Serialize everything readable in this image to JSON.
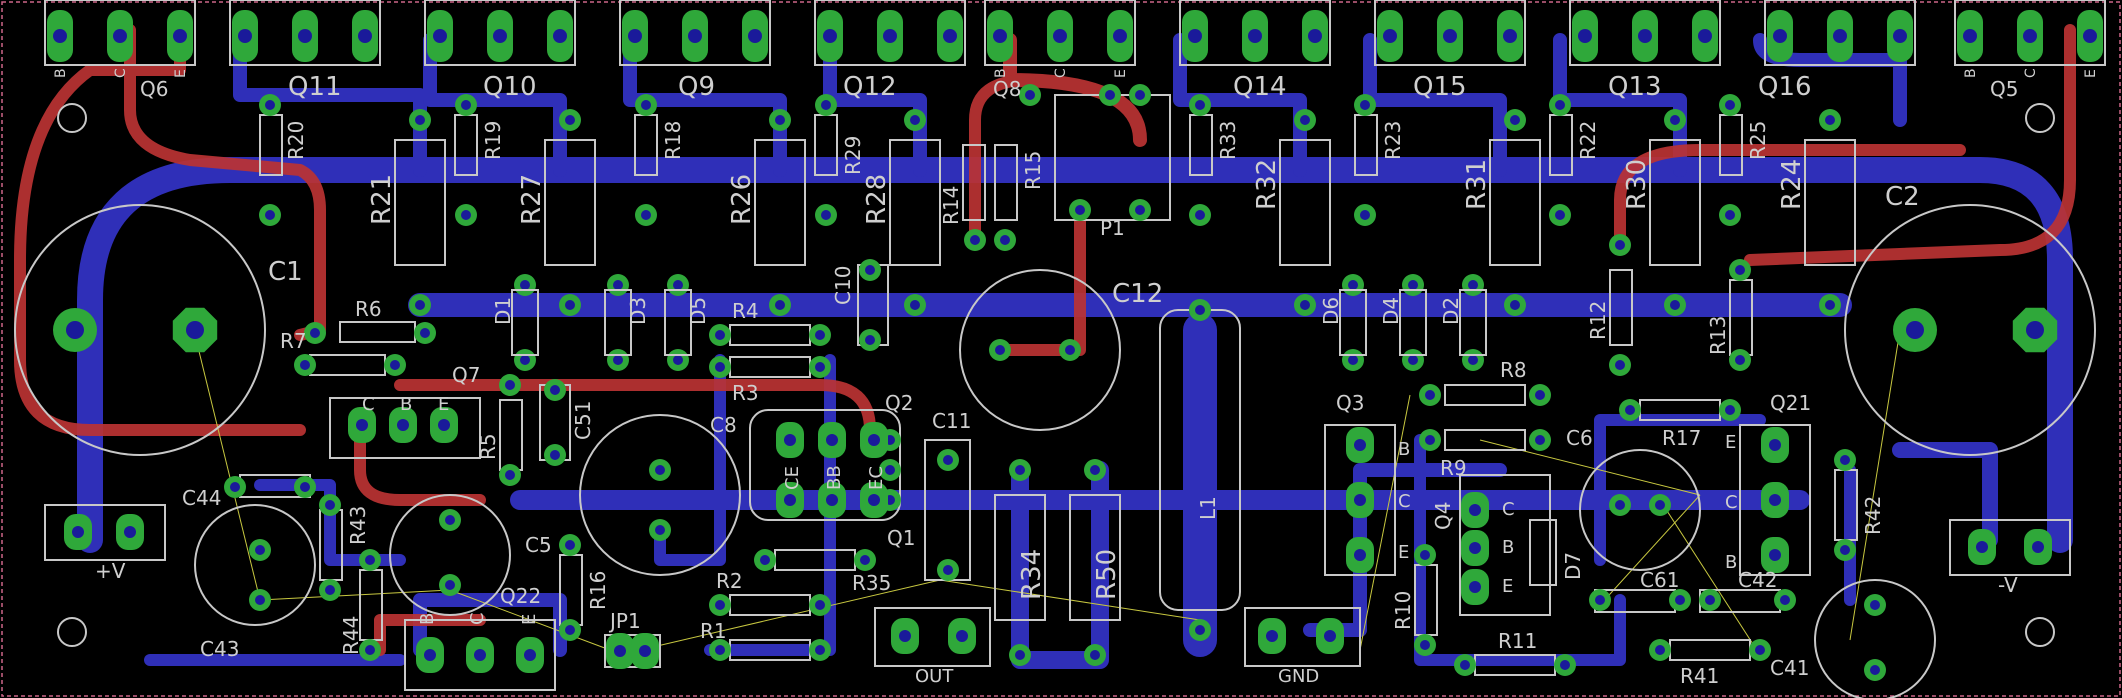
{
  "colors": {
    "background": "#000000",
    "top_copper": "#bb3333",
    "bottom_copper": "#2f2fb8",
    "pad": "#2fa83a",
    "drill": "#1a1a9a",
    "silkscreen": "#c8c8c8",
    "airwire": "#c8c840",
    "outline": "#cc6688"
  },
  "transistors_top": [
    "Q6",
    "Q11",
    "Q10",
    "Q9",
    "Q12",
    "Q8",
    "Q14",
    "Q15",
    "Q13",
    "Q16",
    "Q5"
  ],
  "pin_labels": {
    "b": "B",
    "c": "C",
    "e": "E"
  },
  "resistors": [
    "R20",
    "R19",
    "R18",
    "R29",
    "R21",
    "R27",
    "R26",
    "R28",
    "R14",
    "R15",
    "R33",
    "R23",
    "R22",
    "R25",
    "R32",
    "R31",
    "R30",
    "R24",
    "R6",
    "R7",
    "R4",
    "R3",
    "R5",
    "R12",
    "R13",
    "R8",
    "R9",
    "R17",
    "R42",
    "R43",
    "R44",
    "R16",
    "R2",
    "R35",
    "R1",
    "R34",
    "R50",
    "R10",
    "R11",
    "R41"
  ],
  "capacitors": [
    "C1",
    "C2",
    "C10",
    "C12",
    "C51",
    "C8",
    "C11",
    "C6",
    "C44",
    "C5",
    "C43",
    "C61",
    "C42",
    "C41"
  ],
  "diodes": [
    "D1",
    "D3",
    "D5",
    "D6",
    "D4",
    "D2",
    "D7"
  ],
  "transistors_other": [
    "Q7",
    "Q2",
    "Q1",
    "Q3",
    "Q4",
    "Q21",
    "Q22"
  ],
  "misc": {
    "trimmer": "P1",
    "inductor": "L1",
    "jumper": "JP1"
  },
  "q2_pins": [
    "CE",
    "BB",
    "EC"
  ],
  "q4_pins": [
    "C",
    "B",
    "E"
  ],
  "q3_pins": [
    "B",
    "C",
    "E"
  ],
  "q21_pins": [
    "E",
    "C",
    "B"
  ],
  "connectors": {
    "plus_v": "+V",
    "minus_v": "-V",
    "out": "OUT",
    "gnd": "GND"
  }
}
